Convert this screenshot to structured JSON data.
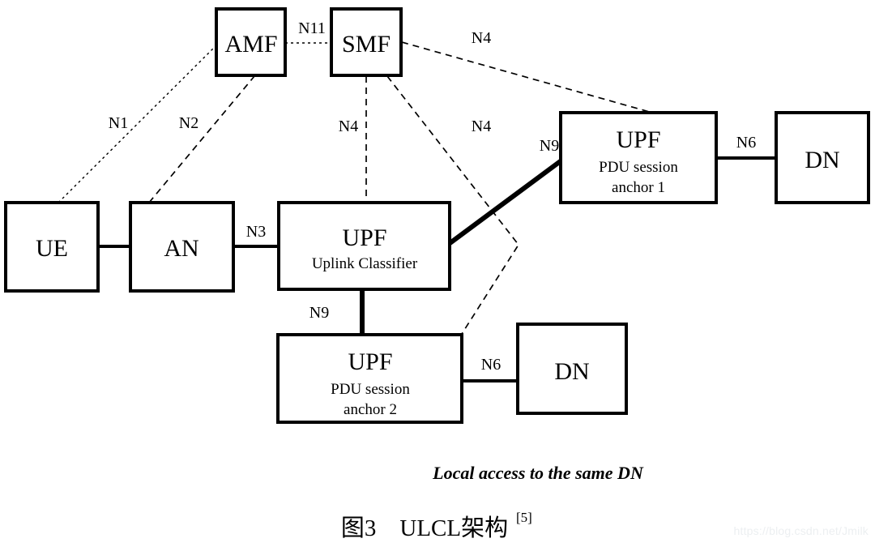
{
  "figure": {
    "caption_main": "图3　ULCL架构",
    "caption_ref": "[5]",
    "note": "Local access to the same DN",
    "watermark": "https://blog.csdn.net/Jmilk"
  },
  "nodes": {
    "amf": {
      "title": "AMF",
      "sub": ""
    },
    "smf": {
      "title": "SMF",
      "sub": ""
    },
    "ue": {
      "title": "UE",
      "sub": ""
    },
    "an": {
      "title": "AN",
      "sub": ""
    },
    "upf_ulcl": {
      "title": "UPF",
      "sub": "Uplink Classifier"
    },
    "upf_anchor1": {
      "title": "UPF",
      "sub_line1": "PDU session",
      "sub_line2": "anchor 1"
    },
    "upf_anchor2": {
      "title": "UPF",
      "sub_line1": "PDU session",
      "sub_line2": "anchor 2"
    },
    "dn_top": {
      "title": "DN",
      "sub": ""
    },
    "dn_bottom": {
      "title": "DN",
      "sub": ""
    }
  },
  "edges": {
    "n1": "N1",
    "n2": "N2",
    "n11": "N11",
    "n3": "N3",
    "n4_smf_anchor1": "N4",
    "n4_smf_ulcl": "N4",
    "n4_smf_anchor2": "N4",
    "n9_ulcl_anchor1": "N9",
    "n9_ulcl_anchor2": "N9",
    "n6_anchor1_dn": "N6",
    "n6_anchor2_dn": "N6"
  },
  "colors": {
    "stroke": "#000000",
    "background": "#ffffff",
    "watermark": "#eceff1"
  }
}
